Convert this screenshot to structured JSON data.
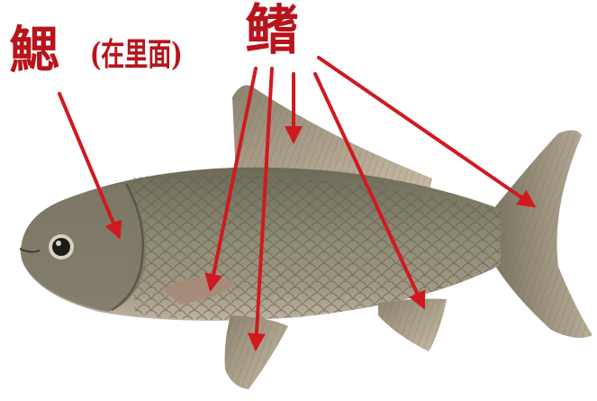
{
  "labels": {
    "gill": "鰓",
    "gill_note": "(在里面)",
    "fin": "鳍"
  },
  "colors": {
    "annotation": "#b8141b",
    "background": "#ffffff",
    "fish_body": "#8a8a72",
    "fin": "#b7ab92"
  }
}
